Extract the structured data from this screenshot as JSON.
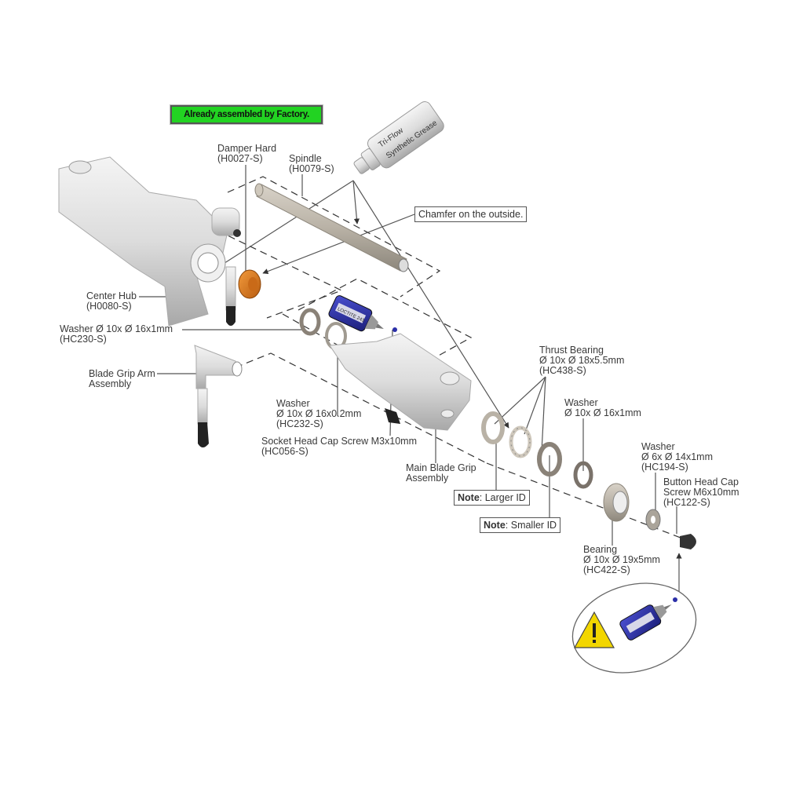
{
  "banner": {
    "text": "Already assembled by Factory.",
    "color": "#22d322"
  },
  "grease": {
    "line1": "Tri-Flow",
    "line2": "Synthetic Grease"
  },
  "loctite_label": "LOCTITE 243",
  "callouts": {
    "chamfer": "Chamfer on the outside.",
    "note_larger": {
      "prefix": "Note",
      "text": ": Larger ID"
    },
    "note_smaller": {
      "prefix": "Note",
      "text": ": Smaller ID"
    }
  },
  "parts": {
    "damper": {
      "name": "Damper Hard",
      "code": "(H0027-S)"
    },
    "spindle": {
      "name": "Spindle",
      "code": "(H0079-S)"
    },
    "center_hub": {
      "name": "Center Hub",
      "code": "(H0080-S)"
    },
    "washer_hc230": {
      "name": "Washer Ø 10x Ø 16x1mm",
      "code": "(HC230-S)"
    },
    "blade_grip_arm": {
      "name": "Blade Grip Arm",
      "name2": "Assembly"
    },
    "washer_hc232": {
      "name": "Washer",
      "spec": "Ø 10x Ø 16x0.2mm",
      "code": "(HC232-S)"
    },
    "socket_screw": {
      "name": "Socket Head Cap Screw M3x10mm",
      "code": "(HC056-S)"
    },
    "main_grip": {
      "name": "Main Blade Grip",
      "name2": "Assembly"
    },
    "thrust_bearing": {
      "name": "Thrust Bearing",
      "spec": "Ø 10x Ø 18x5.5mm",
      "code": "(HC438-S)"
    },
    "washer_10x16": {
      "name": "Washer",
      "spec": "Ø 10x Ø 16x1mm"
    },
    "washer_hc194": {
      "name": "Washer",
      "spec": "Ø 6x Ø 14x1mm",
      "code": "(HC194-S)"
    },
    "button_screw": {
      "name": "Button Head Cap",
      "name2": "Screw M6x10mm",
      "code": "(HC122-S)"
    },
    "bearing": {
      "name": "Bearing",
      "spec": "Ø 10x Ø 19x5mm",
      "code": "(HC422-S)"
    }
  },
  "colors": {
    "damper": "#e07a1e",
    "loctite": "#2b2fa8",
    "warning": "#f2d600"
  }
}
